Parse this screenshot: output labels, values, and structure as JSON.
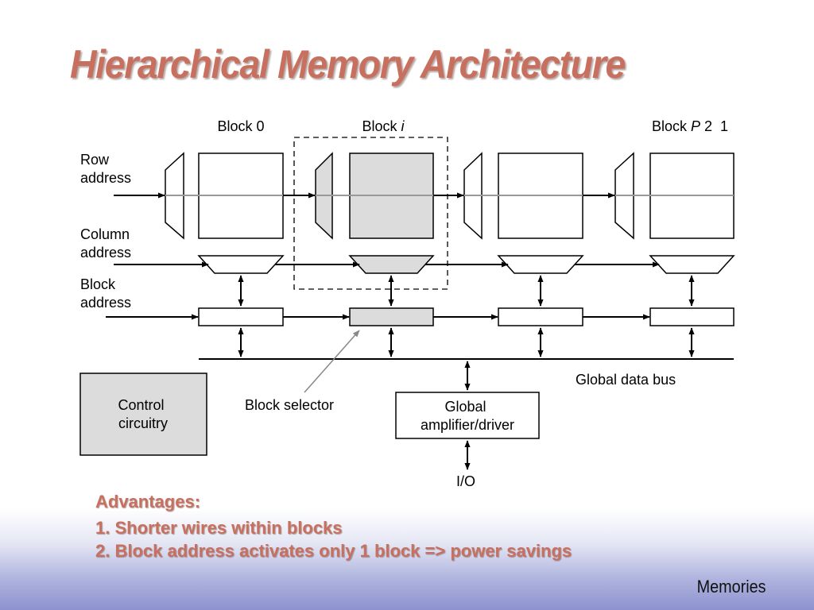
{
  "slide": {
    "title": "Hierarchical Memory Architecture",
    "footer": "Memories"
  },
  "diagram": {
    "blocks": {
      "block0": "Block 0",
      "block_i_prefix": "Block ",
      "block_i_var": "i",
      "blockP_prefix": "Block ",
      "blockP_var": "P",
      "blockP_suffix": " 2  1"
    },
    "inputs": {
      "row_line1": "Row",
      "row_line2": "address",
      "column_line1": "Column",
      "column_line2": "address",
      "block_line1": "Block",
      "block_line2": "address"
    },
    "labels": {
      "control_line1": "Control",
      "control_line2": "circuitry",
      "block_selector": "Block selector",
      "global_data_bus": "Global data bus",
      "amp_line1": "Global",
      "amp_line2": "amplifier/driver",
      "io": "I/O"
    }
  },
  "advantages": {
    "heading": "Advantages:",
    "items": [
      "1. Shorter wires within blocks",
      "2. Block address activates only 1 block => power savings"
    ]
  },
  "colors": {
    "title": "#c87060",
    "highlight_fill": "#dcdcdc",
    "gray_line": "#999999",
    "band_bottom": "#8e92cf"
  }
}
